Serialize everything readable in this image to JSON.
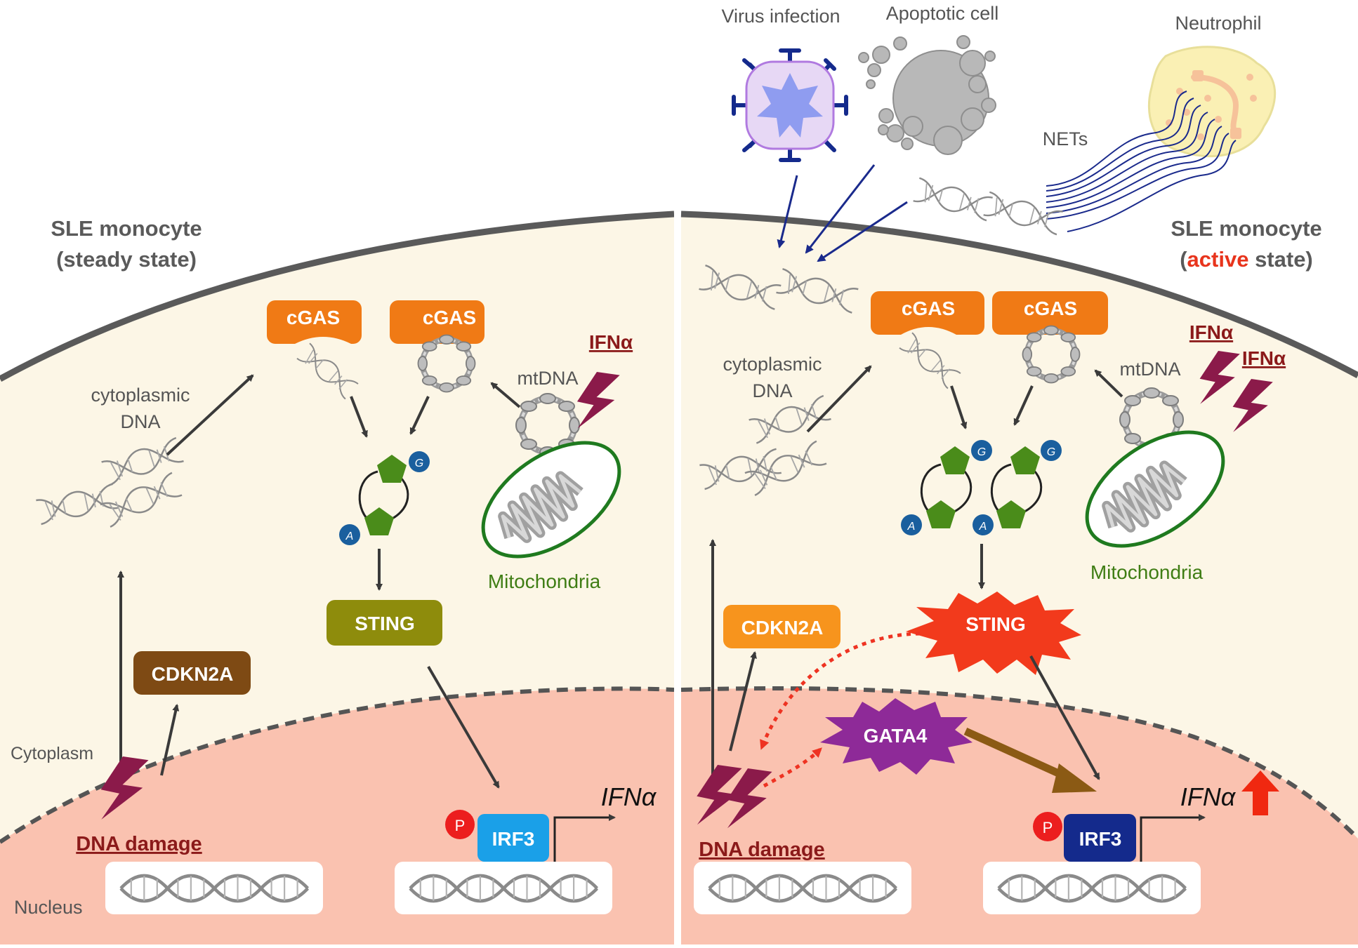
{
  "left_panel": {
    "title_line1": "SLE monocyte",
    "title_line2": "(steady state)",
    "cytoplasmic_dna": [
      "cytoplasmic",
      "DNA"
    ],
    "cgas_1": "cGAS",
    "cgas_2": "cGAS",
    "mtdna": "mtDNA",
    "ifna": "IFNα",
    "mitochondria": "Mitochondria",
    "sting": "STING",
    "cdkn2a": "CDKN2A",
    "cytoplasm": "Cytoplasm",
    "nucleus": "Nucleus",
    "dna_damage": "DNA damage",
    "p": "P",
    "irf3": "IRF3",
    "ifna_gene": "IFNα",
    "cgamp_g": "G",
    "cgamp_a": "A"
  },
  "right_panel": {
    "title_line1": "SLE monocyte",
    "title_open": "(",
    "title_active": "active",
    "title_rest": " state)",
    "virus": "Virus infection",
    "apoptotic": "Apoptotic cell",
    "neutrophil": "Neutrophil",
    "nets": "NETs",
    "cytoplasmic_dna": [
      "cytoplasmic",
      "DNA"
    ],
    "cgas_1": "cGAS",
    "cgas_2": "cGAS",
    "mtdna": "mtDNA",
    "ifna_1": "IFNα",
    "ifna_2": "IFNα",
    "mitochondria": "Mitochondria",
    "sting": "STING",
    "cdkn2a": "CDKN2A",
    "gata4": "GATA4",
    "dna_damage": "DNA damage",
    "p": "P",
    "irf3": "IRF3",
    "ifna_gene": "IFNα",
    "cgamp_g": "G",
    "cgamp_a": "A"
  },
  "colors": {
    "cytoplasm": "#fcf6e6",
    "nucleus": "#fac2b0",
    "cgas": "#f07a15",
    "sting_steady": "#8e8c0c",
    "sting_active": "#f23a1c",
    "cdkn2a_steady": "#7e4a14",
    "cdkn2a_active": "#f7941d",
    "gata4": "#8e2a98",
    "irf3_steady": "#1aa0e8",
    "irf3_active": "#142a8c",
    "phospho": "#ec1e1e",
    "lightning": "#8b1a4a",
    "mitochondria": "#1f7a1f",
    "cgamp": "#4a8c1a",
    "arrow_blue": "#1a2a8c",
    "arrow_brown": "#8b5a14",
    "active_word": "#e8341c"
  }
}
